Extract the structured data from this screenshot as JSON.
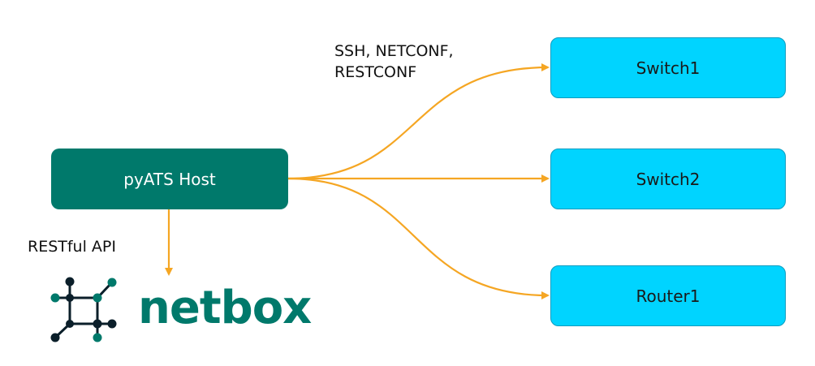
{
  "nodes": {
    "host": "pyATS Host",
    "switch1": "Switch1",
    "switch2": "Switch2",
    "router1": "Router1"
  },
  "labels": {
    "protocols_line1": "SSH, NETCONF,",
    "protocols_line2": "RESTCONF",
    "restful_api": "RESTful API"
  },
  "logo": {
    "text": "netbox",
    "icon": "netbox-logo-icon"
  },
  "colors": {
    "host_fill": "#00796b",
    "device_fill": "#00d4ff",
    "arrow": "#f5a623",
    "logo_green": "#00796b",
    "logo_dark": "#0b1f2a"
  }
}
